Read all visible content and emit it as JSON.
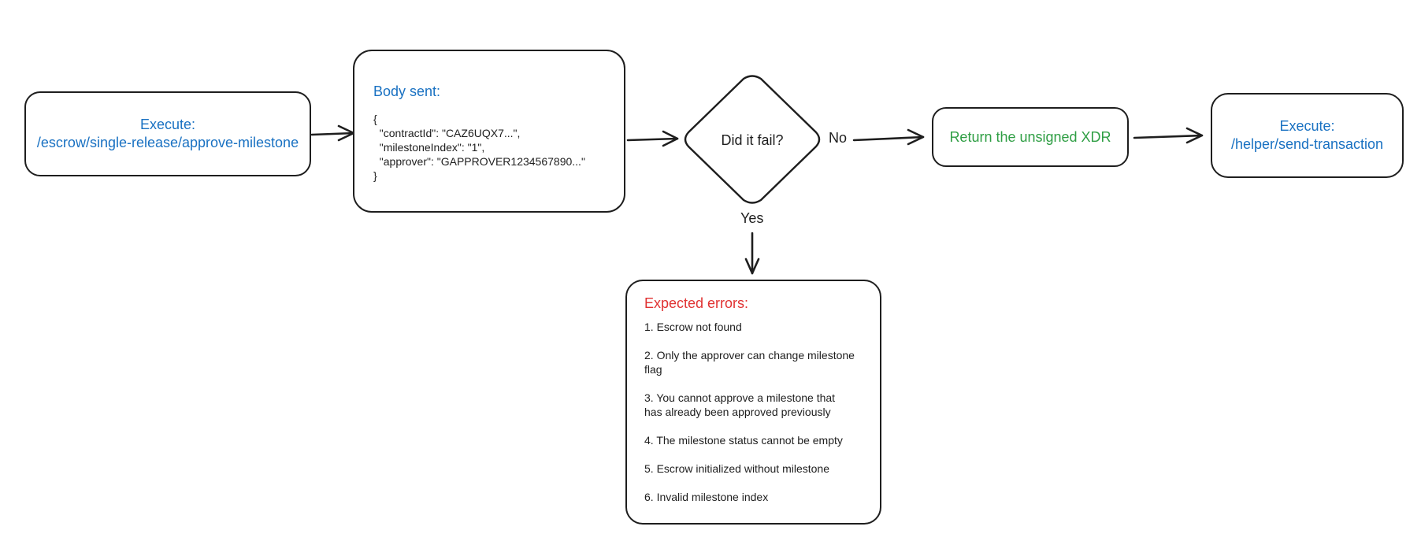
{
  "nodes": {
    "execute_approve": {
      "line1": "Execute:",
      "line2": "/escrow/single-release/approve-milestone"
    },
    "body_sent": {
      "title": "Body sent:",
      "open": "{",
      "lines": [
        "  \"contractId\": \"CAZ6UQX7...\",",
        "  \"milestoneIndex\": \"1\",",
        "  \"approver\": \"GAPPROVER1234567890...\""
      ],
      "close": "}"
    },
    "decision": {
      "text": "Did it fail?"
    },
    "return_xdr": {
      "text": "Return the unsigned XDR"
    },
    "execute_send": {
      "line1": "Execute:",
      "line2": "/helper/send-transaction"
    },
    "errors": {
      "title": "Expected errors:",
      "items": [
        "1. Escrow not found",
        "2. Only the approver can change milestone flag",
        "3. You cannot approve a milestone that has already been approved previously",
        "4. The milestone status cannot be empty",
        "5. Escrow initialized without milestone",
        "6. Invalid milestone index"
      ]
    }
  },
  "edge_labels": {
    "no": "No",
    "yes": "Yes"
  },
  "colors": {
    "stroke": "#1e1e1e",
    "blue": "#1971c2",
    "green": "#2f9e44",
    "red": "#e03131"
  }
}
